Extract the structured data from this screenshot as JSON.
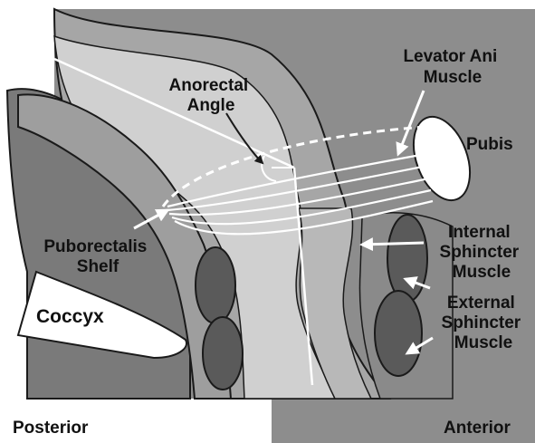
{
  "labels": {
    "anorectal_angle": [
      "Anorectal",
      "Angle"
    ],
    "levator_ani": [
      "Levator Ani",
      "Muscle"
    ],
    "pubis": "Pubis",
    "internal_sphincter": [
      "Internal",
      "Sphincter",
      "Muscle"
    ],
    "external_sphincter": [
      "External",
      "Sphincter",
      "Muscle"
    ],
    "puborectalis_shelf": [
      "Puborectalis",
      "Shelf"
    ],
    "coccyx": "Coccyx",
    "posterior": "Posterior",
    "anterior": "Anterior"
  },
  "colors": {
    "background": "#ffffff",
    "tissue_dark": "#6e6e6e",
    "tissue_mid": "#9a9a9a",
    "tissue_light": "#c4c4c4",
    "muscle": "#5a5a5a",
    "outline": "#1a1a1a",
    "line": "#ffffff"
  }
}
